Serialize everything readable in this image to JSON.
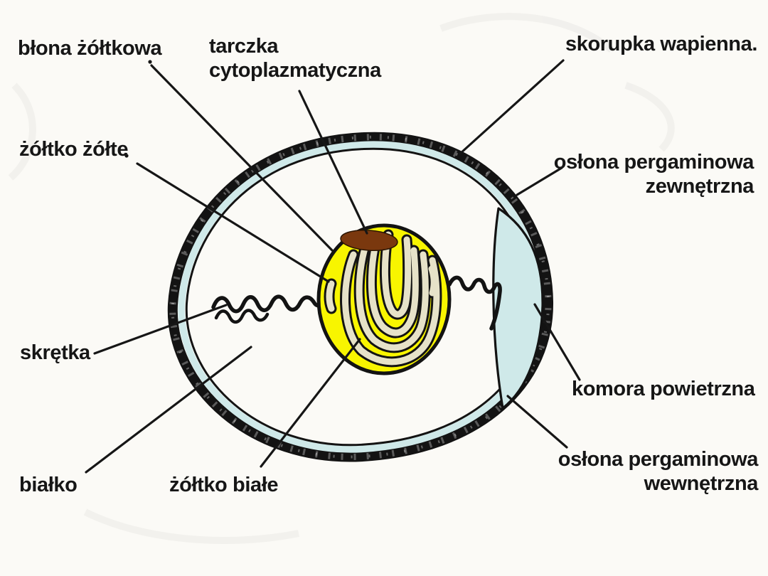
{
  "labels": {
    "blona_zoltkowa": "błona żółtkowa",
    "tarczka_cytoplazmatyczna": "tarczka\ncytoplazmatyczna",
    "skorupka_wapienna": "skorupka wapienna.",
    "zoltko_zolte": "żółtko żółte",
    "oslona_pergaminowa_zewnetrzna": "osłona pergaminowa\nzewnętrzna",
    "skretka": "skrętka",
    "komora_powietrzna": "komora powietrzna",
    "bialko": "białko",
    "zoltko_biale": "żółtko białe",
    "oslona_pergaminowa_wewnetrzna": "osłona pergaminowa\nwewnętrzna"
  },
  "colors": {
    "background": "#fbfaf6",
    "ink": "#161616",
    "shell": "#131313",
    "membrane_blue": "#cfe9e9",
    "yolk_yellow": "#f8f500",
    "white_yolk_cream": "#e6e2c8",
    "blastodisc_brown": "#7a380e"
  }
}
